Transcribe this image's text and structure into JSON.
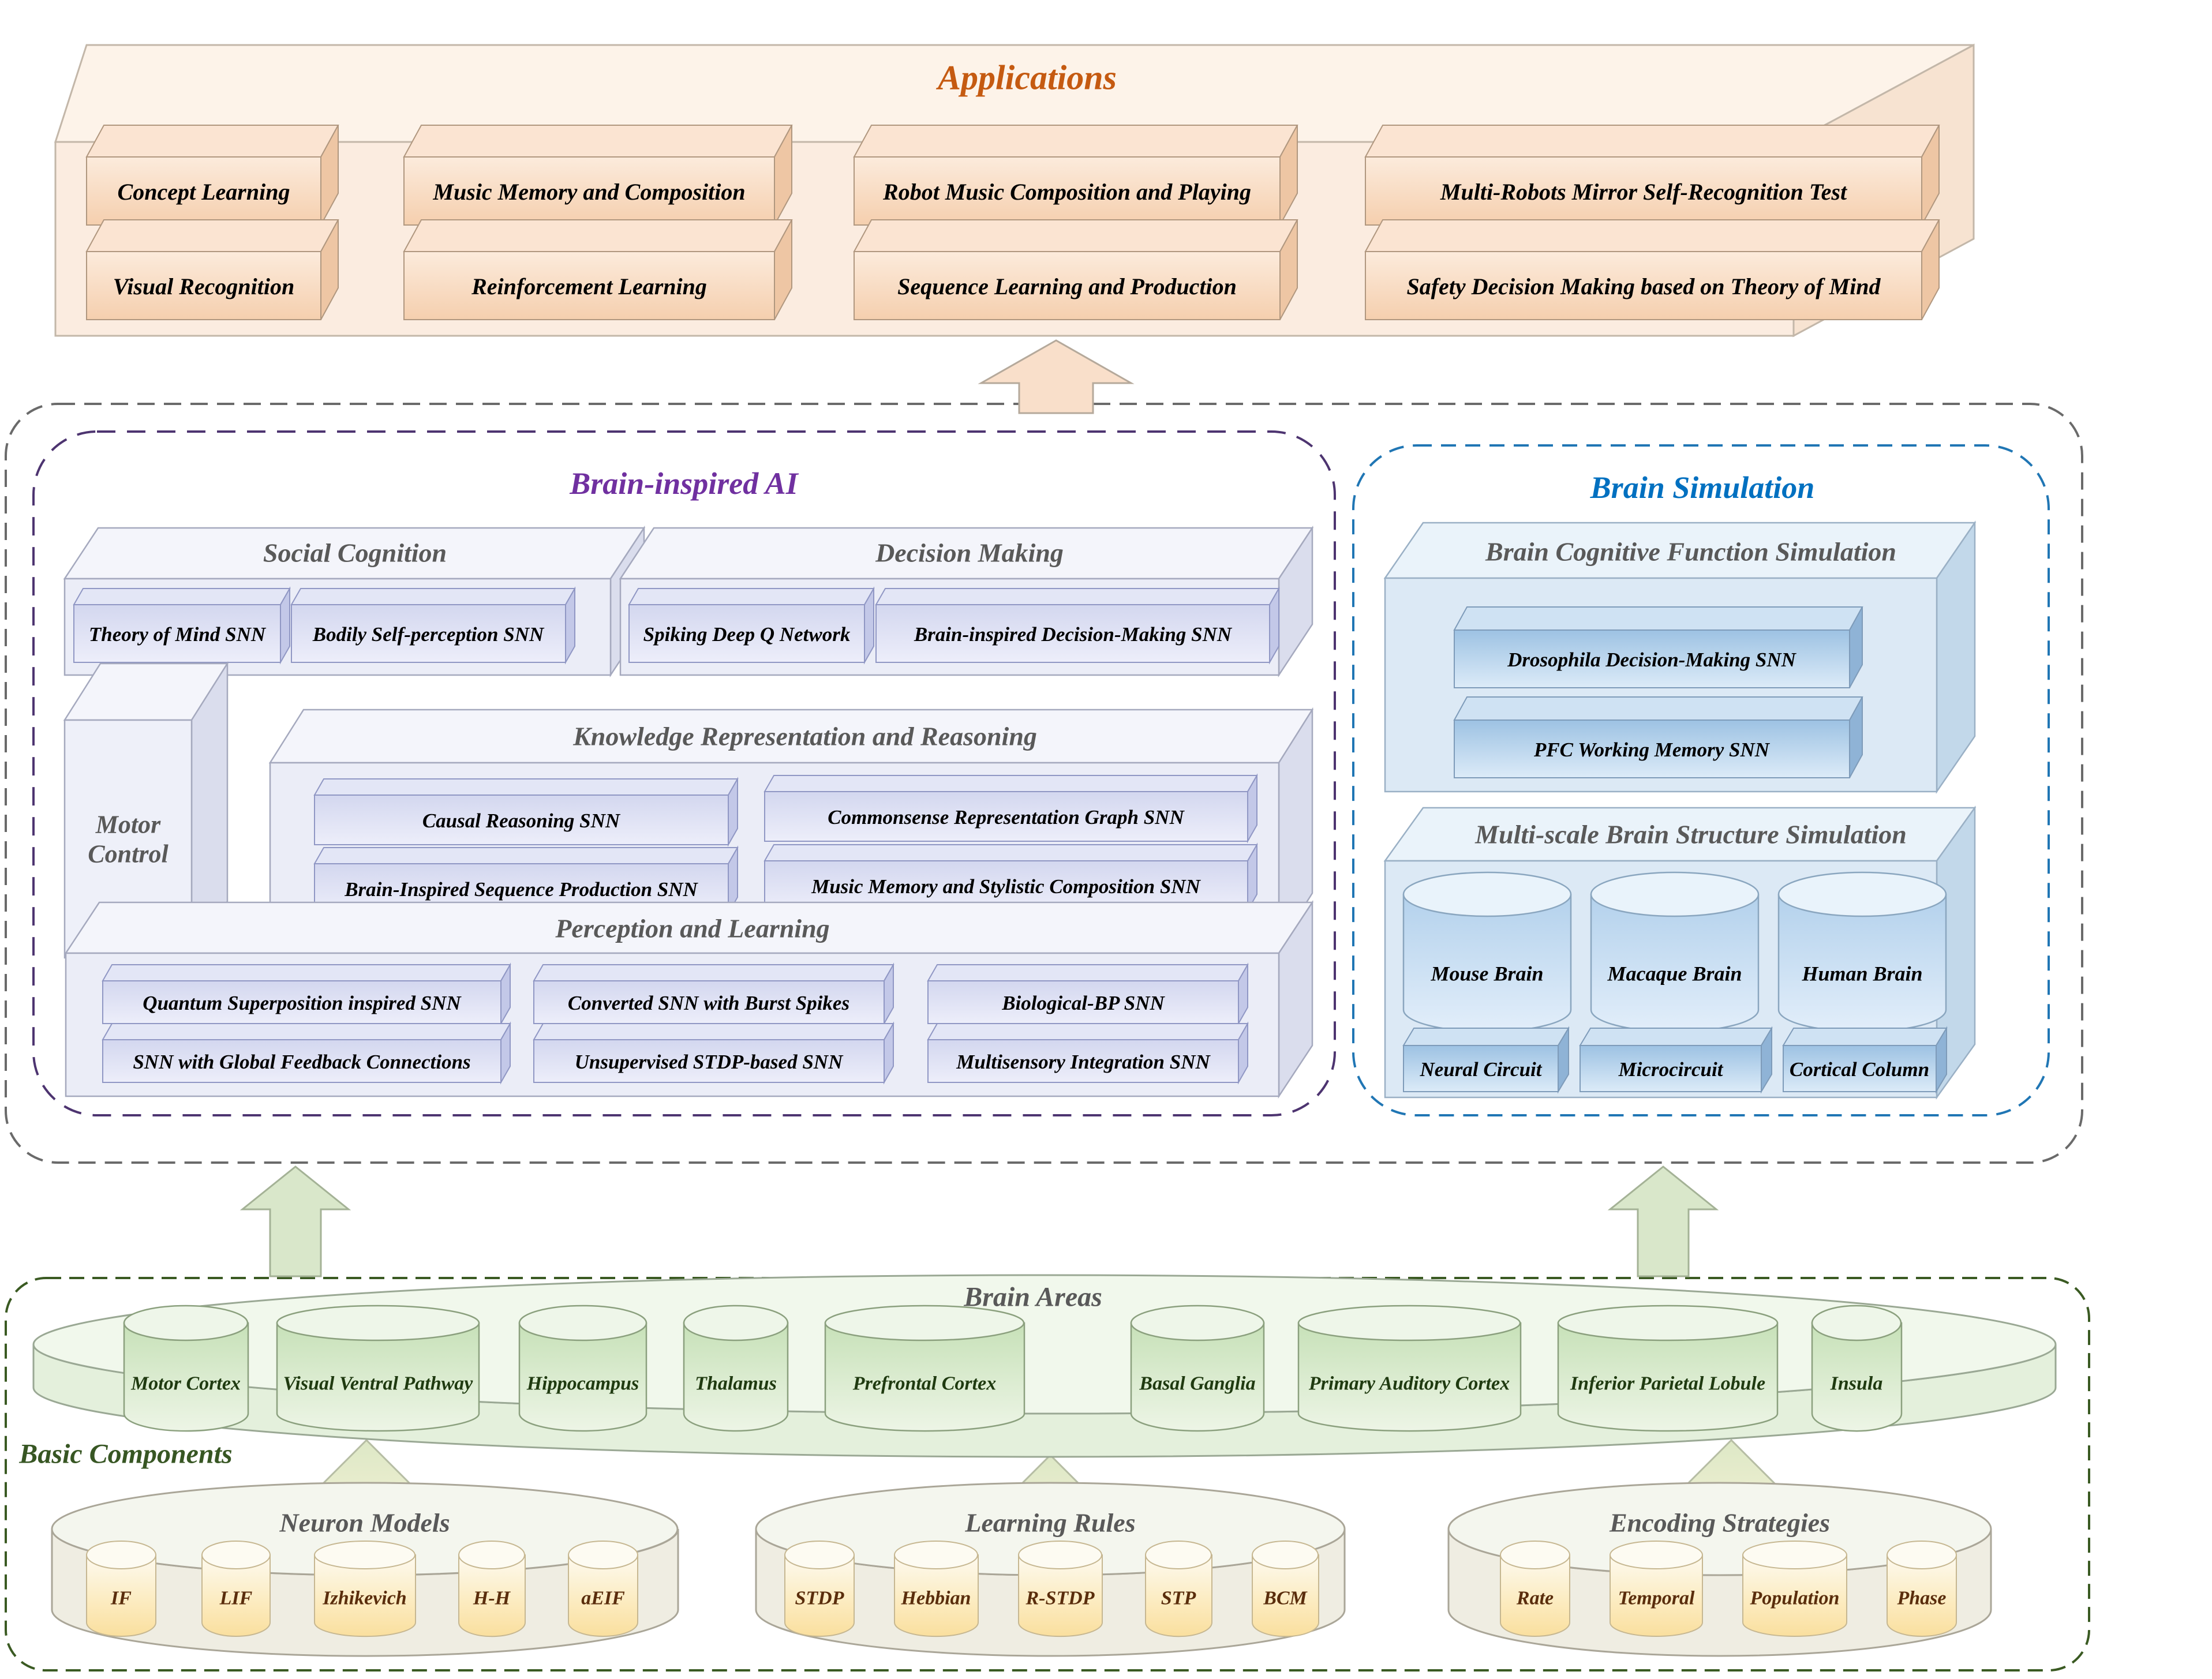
{
  "applications": {
    "title": "Applications",
    "items": [
      "Concept Learning",
      "Music Memory and Composition",
      "Robot Music Composition and Playing",
      "Multi-Robots Mirror Self-Recognition Test",
      "Visual Recognition",
      "Reinforcement Learning",
      "Sequence Learning and Production",
      "Safety Decision Making based on Theory of Mind"
    ]
  },
  "brain_inspired_ai": {
    "title": "Brain-inspired AI",
    "social_cognition": {
      "title": "Social Cognition",
      "items": [
        "Theory of Mind SNN",
        "Bodily Self-perception SNN"
      ]
    },
    "decision_making": {
      "title": "Decision Making",
      "items": [
        "Spiking Deep Q Network",
        "Brain-inspired Decision-Making SNN"
      ]
    },
    "motor_control": {
      "label": "Motor Control"
    },
    "knowledge_representation": {
      "title": "Knowledge Representation and Reasoning",
      "items": [
        "Causal Reasoning SNN",
        "Commonsense Representation Graph SNN",
        "Brain-Inspired Sequence Production SNN",
        "Music Memory and Stylistic Composition SNN"
      ]
    },
    "perception_learning": {
      "title": "Perception and Learning",
      "items": [
        "Quantum Superposition inspired SNN",
        "Converted SNN with Burst Spikes",
        "Biological-BP SNN",
        "SNN with Global Feedback Connections",
        "Unsupervised STDP-based SNN",
        "Multisensory Integration SNN"
      ]
    }
  },
  "brain_simulation": {
    "title": "Brain Simulation",
    "cognitive_function": {
      "title": "Brain Cognitive Function Simulation",
      "items": [
        "Drosophila Decision-Making SNN",
        "PFC Working Memory SNN"
      ]
    },
    "multiscale_structure": {
      "title": "Multi-scale Brain Structure Simulation",
      "cylinders": [
        "Mouse Brain",
        "Macaque Brain",
        "Human Brain"
      ],
      "bars": [
        "Neural Circuit",
        "Microcircuit",
        "Cortical Column"
      ]
    }
  },
  "basic_components": {
    "label": "Basic Components",
    "brain_areas": {
      "title": "Brain Areas",
      "areas": [
        "Motor Cortex",
        "Visual Ventral Pathway",
        "Hippocampus",
        "Thalamus",
        "Prefrontal Cortex",
        "Basal Ganglia",
        "Primary Auditory Cortex",
        "Inferior Parietal Lobule",
        "Insula"
      ]
    },
    "neuron_models": {
      "title": "Neuron Models",
      "items": [
        "IF",
        "LIF",
        "Izhikevich",
        "H-H",
        "aEIF"
      ]
    },
    "learning_rules": {
      "title": "Learning Rules",
      "items": [
        "STDP",
        "Hebbian",
        "R-STDP",
        "STP",
        "BCM"
      ]
    },
    "encoding_strategies": {
      "title": "Encoding Strategies",
      "items": [
        "Rate",
        "Temporal",
        "Population",
        "Phase"
      ]
    }
  },
  "colors": {
    "applications_title": "#c55a11",
    "brain_inspired_ai_title": "#7030a0",
    "brain_simulation_title": "#0070c0",
    "section_title_gray": "#595959",
    "basic_components_green": "#375623",
    "peach_face": "#fbece0",
    "lavender_face": "#ebedf7",
    "blue_face": "#dce9f5",
    "green_tub": "#e4f0dc",
    "cream_tub": "#efede2",
    "yellow_cylinder": "#fadf9e"
  }
}
